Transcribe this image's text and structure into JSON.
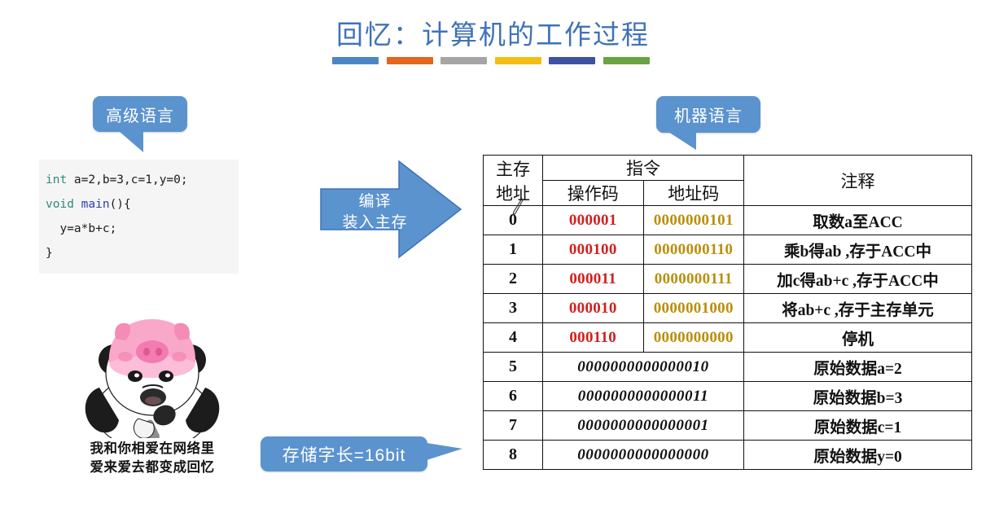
{
  "slide": {
    "title": "回忆：计算机的工作过程",
    "accent_color": "#3f72b8",
    "bars": [
      {
        "name": "bar-blue",
        "color": "#4d85c4"
      },
      {
        "name": "bar-orange",
        "color": "#e1661e"
      },
      {
        "name": "bar-gray",
        "color": "#a5a5a5"
      },
      {
        "name": "bar-yellow",
        "color": "#f5bd13"
      },
      {
        "name": "bar-navy",
        "color": "#3e52a3"
      },
      {
        "name": "bar-green",
        "color": "#68a344"
      }
    ]
  },
  "callouts": {
    "high_level": "高级语言",
    "machine": "机器语言",
    "word_length": "存储字长=16bit",
    "fill_color": "#5b93ce"
  },
  "code": {
    "line1_kw": "int",
    "line1_rest": " a=2,b=3,c=1,y=0;",
    "line2_kw": "void",
    "line2_fn": "main",
    "line2_rest": "(){",
    "line3": "  y=a*b+c;",
    "line4": "}"
  },
  "arrow": {
    "label_line1": "编译",
    "label_line2": "装入主存",
    "color": "#5b93ce"
  },
  "meme": {
    "caption_line1": "我和你相爱在网络里",
    "caption_line2": "爱来爱去都变成回忆"
  },
  "table": {
    "headers": {
      "address": "主存\n地址",
      "address_l1": "主存",
      "address_l2": "地址",
      "instruction": "指令",
      "opcode": "操作码",
      "addrcode": "地址码",
      "note": "注释"
    },
    "colors": {
      "opcode": "#d21f1f",
      "addrcode": "#b8900d",
      "text": "#111111"
    },
    "rows": [
      {
        "addr": "0",
        "opcode": "000001",
        "addrcode": "0000000101",
        "note": "取数a至ACC"
      },
      {
        "addr": "1",
        "opcode": "000100",
        "addrcode": "0000000110",
        "note": "乘b得ab ,存于ACC中"
      },
      {
        "addr": "2",
        "opcode": "000011",
        "addrcode": "0000000111",
        "note": "加c得ab+c ,存于ACC中"
      },
      {
        "addr": "3",
        "opcode": "000010",
        "addrcode": "0000001000",
        "note": "将ab+c ,存于主存单元"
      },
      {
        "addr": "4",
        "opcode": "000110",
        "addrcode": "0000000000",
        "note": "停机"
      }
    ],
    "data_rows": [
      {
        "addr": "5",
        "data": "0000000000000010",
        "note": "原始数据a=2"
      },
      {
        "addr": "6",
        "data": "0000000000000011",
        "note": "原始数据b=3"
      },
      {
        "addr": "7",
        "data": "0000000000000001",
        "note": "原始数据c=1"
      },
      {
        "addr": "8",
        "data": "0000000000000000",
        "note": "原始数据y=0"
      }
    ]
  }
}
